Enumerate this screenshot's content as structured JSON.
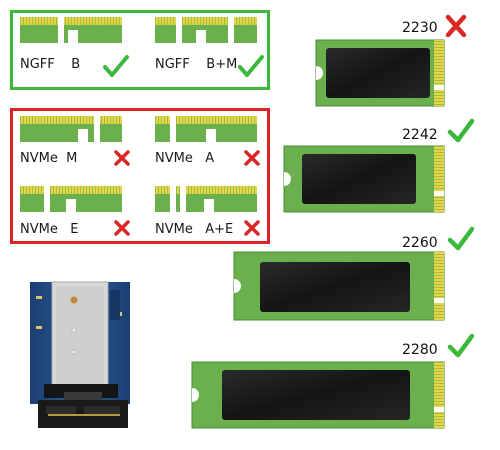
{
  "key_types": {
    "compatible": [
      {
        "name": "NGFF",
        "key": "B",
        "status": "check"
      },
      {
        "name": "NGFF",
        "key": "B+M",
        "status": "check"
      }
    ],
    "incompatible": [
      {
        "name": "NVMe",
        "key": "M",
        "status": "cross"
      },
      {
        "name": "NVMe",
        "key": "A",
        "status": "cross"
      },
      {
        "name": "NVMe",
        "key": "E",
        "status": "cross"
      },
      {
        "name": "NVMe",
        "key": "A+E",
        "status": "cross"
      }
    ]
  },
  "sizes": [
    {
      "label": "2230",
      "status": "cross"
    },
    {
      "label": "2242",
      "status": "check"
    },
    {
      "label": "2260",
      "status": "check"
    },
    {
      "label": "2280",
      "status": "check"
    }
  ],
  "colors": {
    "check": "#3db83d",
    "cross": "#dc2626",
    "pcb": "#6ab04c",
    "pcb_dark": "#4a8a35",
    "gold": "#e8d44a",
    "chip": "#1e1e1e",
    "adapter_board": "#1f4f86"
  }
}
